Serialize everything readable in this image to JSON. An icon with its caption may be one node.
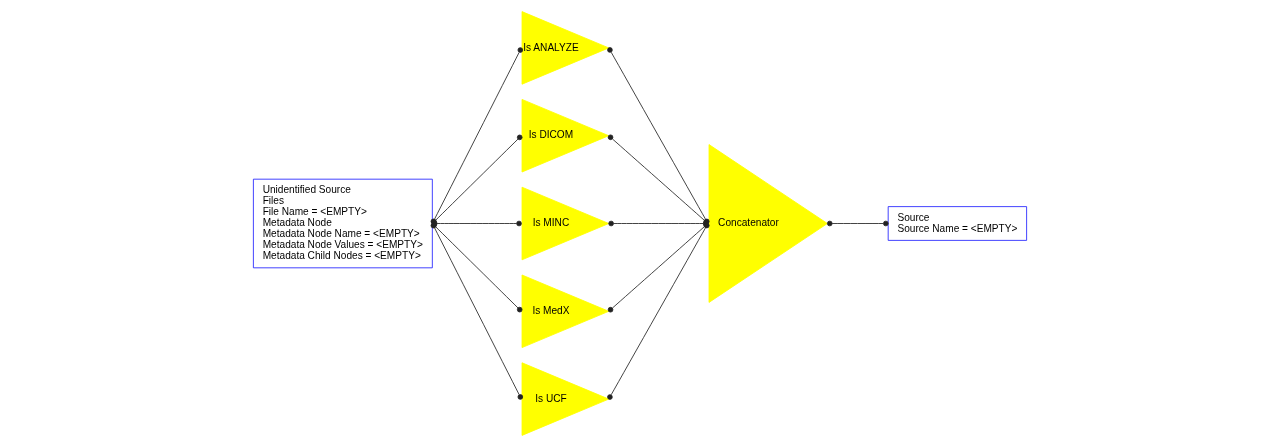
{
  "diagram": {
    "nodes": [
      {
        "text": [
          "Unidentified Source",
          "Files",
          "File Name = <EMPTY>",
          "Metadata Node",
          "Metadata Node Name = <EMPTY>",
          "Metadata Node Values = <EMPTY>",
          "Metadata Child Nodes = <EMPTY>"
        ]
      },
      {
        "text": [
          "Is ANALYZE"
        ]
      },
      {
        "text": [
          "Is DICOM"
        ]
      },
      {
        "text": [
          "Is MINC"
        ]
      },
      {
        "text": [
          "Is MedX"
        ]
      },
      {
        "text": [
          "Is UCF"
        ]
      },
      {
        "text": [
          "Concatenator"
        ]
      },
      {
        "text": [
          "Source",
          "Source Name = <EMPTY>"
        ]
      }
    ],
    "edges": [
      {
        "from": 0,
        "to": 1,
        "arrow": "other"
      },
      {
        "from": 0,
        "to": 2,
        "arrow": "other"
      },
      {
        "from": 0,
        "to": 3,
        "arrow": "other"
      },
      {
        "from": 0,
        "to": 4,
        "arrow": "other"
      },
      {
        "from": 0,
        "to": 5,
        "arrow": "other"
      },
      {
        "from": 1,
        "to": 6,
        "arrow": "other"
      },
      {
        "from": 2,
        "to": 6,
        "arrow": "other"
      },
      {
        "from": 3,
        "to": 6,
        "arrow": "other"
      },
      {
        "from": 4,
        "to": 6,
        "arrow": "other"
      },
      {
        "from": 5,
        "to": 6,
        "arrow": "other"
      },
      {
        "from": 6,
        "to": 7,
        "arrow": "other"
      }
    ]
  }
}
